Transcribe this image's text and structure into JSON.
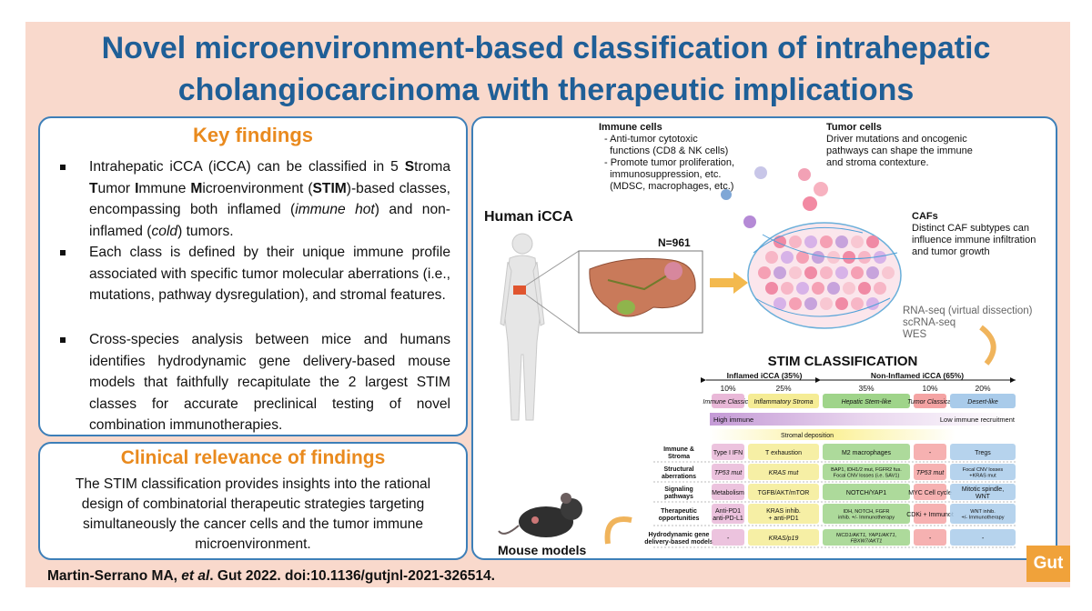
{
  "title": {
    "line1": "Novel microenvironment-based classification of intrahepatic",
    "line2": "cholangiocarcinoma with therapeutic implications"
  },
  "key_findings": {
    "heading": "Key findings",
    "bullets": [
      [
        {
          "t": "Intrahepatic iCCA (iCCA) can be classified in 5 "
        },
        {
          "t": "S",
          "b": true
        },
        {
          "t": "troma "
        },
        {
          "t": "T",
          "b": true
        },
        {
          "t": "umor "
        },
        {
          "t": "I",
          "b": true
        },
        {
          "t": "mmune "
        },
        {
          "t": "M",
          "b": true
        },
        {
          "t": "icroenvironment ("
        },
        {
          "t": "STIM",
          "b": true
        },
        {
          "t": ")-based classes, encompassing both inflamed ("
        },
        {
          "t": "immune hot",
          "i": true
        },
        {
          "t": ") and non-inflamed ("
        },
        {
          "t": "cold",
          "i": true
        },
        {
          "t": ") tumors."
        }
      ],
      [
        {
          "t": "Each class is defined by their unique immune profile associated with specific tumor molecular aberrations (i.e., mutations, pathway dysregulation), and stromal features."
        }
      ],
      [
        {
          "t": "Cross-species analysis between mice and humans identifies hydrodynamic gene delivery-based mouse models that faithfully recapitulate the 2 largest STIM classes for accurate preclinical testing of novel combination immunotherapies."
        }
      ]
    ]
  },
  "clinical": {
    "heading": "Clinical relevance of findings",
    "text": "The STIM classification provides insights into the rational design of combinatorial therapeutic strategies targeting simultaneously the cancer cells and the tumor immune microenvironment."
  },
  "citation": {
    "authors": "Martin-Serrano MA, ",
    "etal": "et al",
    "rest": ". Gut 2022. doi:10.1136/gutjnl-2021-326514."
  },
  "logo": "Gut",
  "figure": {
    "immune_cells": {
      "title": "Immune cells",
      "items": [
        "- Anti-tumor cytotoxic",
        "  functions (CD8 & NK cells)",
        "- Promote tumor proliferation,",
        "  immunosuppression, etc.",
        "  (MDSC, macrophages, etc.)"
      ]
    },
    "tumor_cells": {
      "title": "Tumor cells",
      "lines": [
        "Driver mutations and oncogenic",
        "pathways can shape the immune",
        "and stroma contexture."
      ]
    },
    "cafs": {
      "title": "CAFs",
      "lines": [
        "Distinct CAF subtypes can",
        "influence immune infiltration",
        "and tumor growth"
      ]
    },
    "human_label": "Human iCCA",
    "n_label": "N=961",
    "omics": [
      "RNA-seq (virtual dissection)",
      "scRNA-seq",
      "WES"
    ],
    "mouse_label": "Mouse models",
    "stim": {
      "title": "STIM CLASSIFICATION",
      "inflamed_label": "Inflamed iCCA (35%)",
      "noninflamed_label": "Non-Inflamed iCCA (65%)",
      "classes": [
        {
          "pct": "10%",
          "name": "Immune Classical",
          "color": "#e9b8d8"
        },
        {
          "pct": "25%",
          "name": "Inflammatory Stroma",
          "color": "#f5ec95"
        },
        {
          "pct": "35%",
          "name": "Hepatic Stem-like",
          "color": "#9fd48a"
        },
        {
          "pct": "10%",
          "name": "Tumor Classical",
          "color": "#f4a3a3"
        },
        {
          "pct": "20%",
          "name": "Desert-like",
          "color": "#a9cbea"
        }
      ],
      "gradient_left": "High immune",
      "gradient_right": "Low immune recruitment",
      "stromal_deposition": "Stromal deposition",
      "rows": [
        {
          "label": "Immune & Stroma",
          "cells": [
            "Type I IFN",
            "T exhaustion",
            "M2 macrophages",
            "-",
            "Tregs"
          ]
        },
        {
          "label": "Structural aberrations",
          "cells": [
            "TP53 mut",
            "KRAS mut",
            "BAP1, IDH1/2 mut, FGFR2 fus. Focal CNV losses (i.e. SAV1)",
            "TP53 mut",
            "Focal CNV losses +KRAS mut"
          ]
        },
        {
          "label": "Signaling pathways",
          "cells": [
            "Metabolism",
            "TGFB/AKT/mTOR",
            "NOTCH/YAP1",
            "MYC Cell cycle",
            "Mitotic spindle, WNT"
          ]
        },
        {
          "label": "Therapeutic opportunities",
          "cells": [
            "Anti-PD1 anti-PD-L1",
            "KRAS inhib. + anti-PD1",
            "IDH, NOTCH, FGFR inhib. +/- Immunotherapy",
            "CDKi + Immunot",
            "WNT inhib. +/- Immunotherapy"
          ]
        },
        {
          "label": "Hydrodynamic gene delivery-based models",
          "cells": [
            "-",
            "KRAS/p19",
            "NICD1/AKT1, YAP1/AKT1, FBXW7/AKT1",
            "-",
            "-"
          ]
        }
      ]
    }
  }
}
